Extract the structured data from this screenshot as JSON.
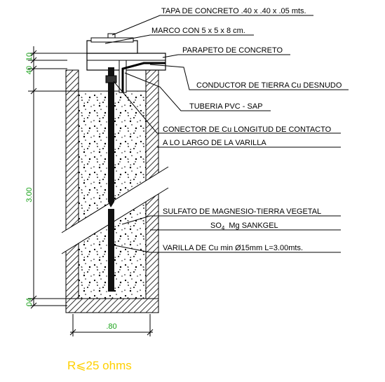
{
  "labels": {
    "tapa": "TAPA DE CONCRETO .40 x .40 x .05 mts.",
    "marco": "MARCO CON 5 x 5 x 8 cm.",
    "parapeto": "PARAPETO DE CONCRETO",
    "conductor": "CONDUCTOR DE TIERRA Cu DESNUDO",
    "tuberia": "TUBERIA PVC - SAP",
    "conector_1": "CONECTOR DE Cu LONGITUD DE CONTACTO",
    "conector_2": "A LO LARGO DE LA VARILLA",
    "sulfato": "SULFATO DE MAGNESIO-TIERRA VEGETAL",
    "so4_base": "SO",
    "so4_sub": "4",
    "so4_rest": "Mg SANKGEL",
    "varilla": "VARILLA DE Cu min Ø15mm L=3.00mts."
  },
  "dimensions": {
    "top_a": "10",
    "top_b": "40",
    "depth": "3.00",
    "bottom": "04",
    "width": ".80"
  },
  "footer": {
    "text": "R⩽25 ohms"
  },
  "colors": {
    "dimension_text": "#1aa31a",
    "footer_text": "#ffd000",
    "hatch": "#000000"
  }
}
